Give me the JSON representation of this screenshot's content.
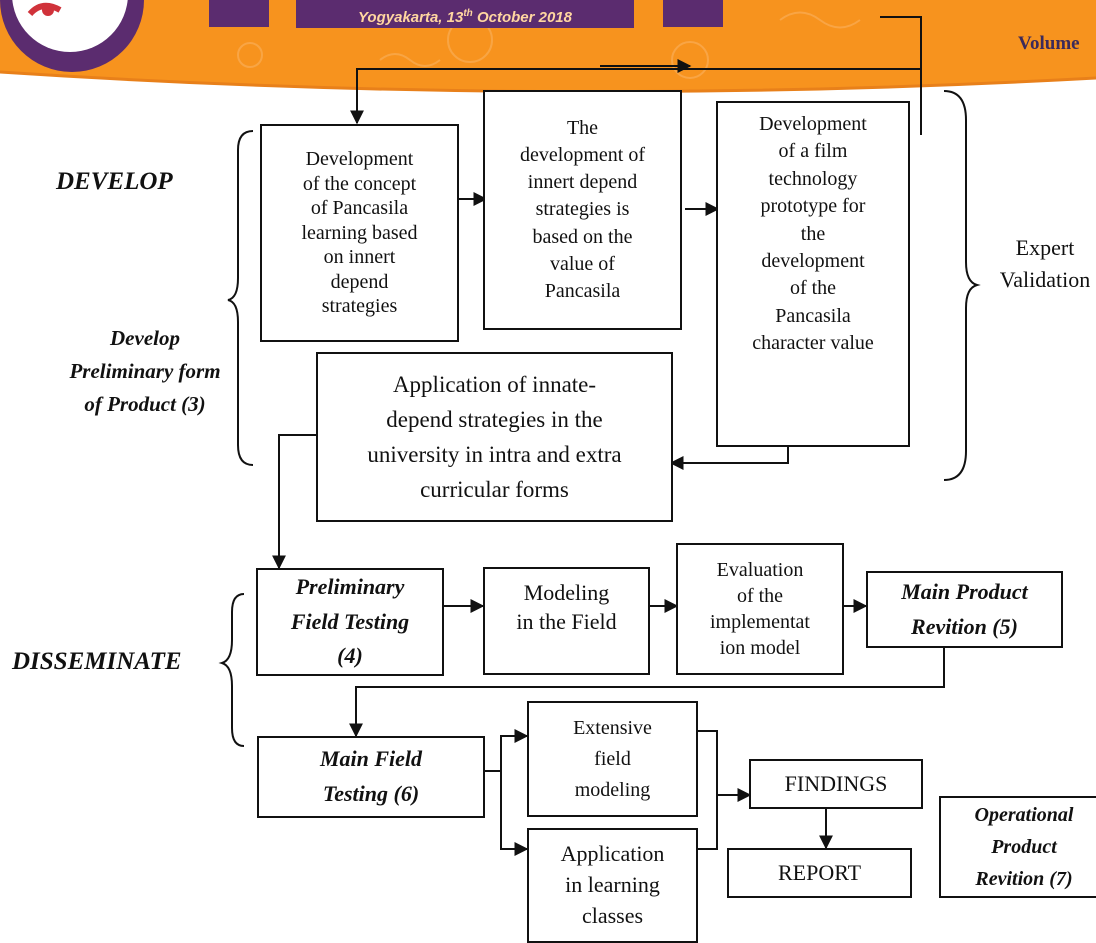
{
  "header": {
    "date_prefix": "Yogyakarta, 13",
    "date_sup": "th",
    "date_suffix": " October 2018",
    "volume": "Volume",
    "colors": {
      "orange": "#f7931e",
      "purple": "#5b2c6f",
      "logo_red": "#d0323a"
    }
  },
  "phases": {
    "develop": "DEVELOP",
    "develop_sub": "Develop\nPreliminary form\nof Product (3)",
    "disseminate": "DISSEMINATE"
  },
  "boxes": {
    "develop_concept": "Development\nof the concept\nof Pancasila\nlearning based\non innert\ndepend\nstrategies",
    "develop_strategies": "The\ndevelopment of\ninnert depend\nstrategies is\nbased on the\nvalue of\nPancasila",
    "develop_film": "Development\nof a film\ntechnology\nprototype for\nthe\ndevelopment\nof the\nPancasila\ncharacter value",
    "application_innate": "Application of innate-\ndepend strategies in the\nuniversity in intra and extra\ncurricular forms",
    "preliminary_field": "Preliminary\nField Testing\n(4)",
    "modeling_field": "Modeling\nin the Field",
    "evaluation": "Evaluation\nof the\nimplementat\nion model",
    "main_revition": "Main Product\nRevition (5)",
    "main_field": "Main Field\nTesting (6)",
    "extensive": "Extensive\nfield\nmodeling",
    "application_classes": "Application\nin learning\nclasses",
    "findings": "FINDINGS",
    "report": "REPORT",
    "operational": "Operational\nProduct\nRevition (7)"
  },
  "labels": {
    "expert": "Expert\nValidation"
  }
}
